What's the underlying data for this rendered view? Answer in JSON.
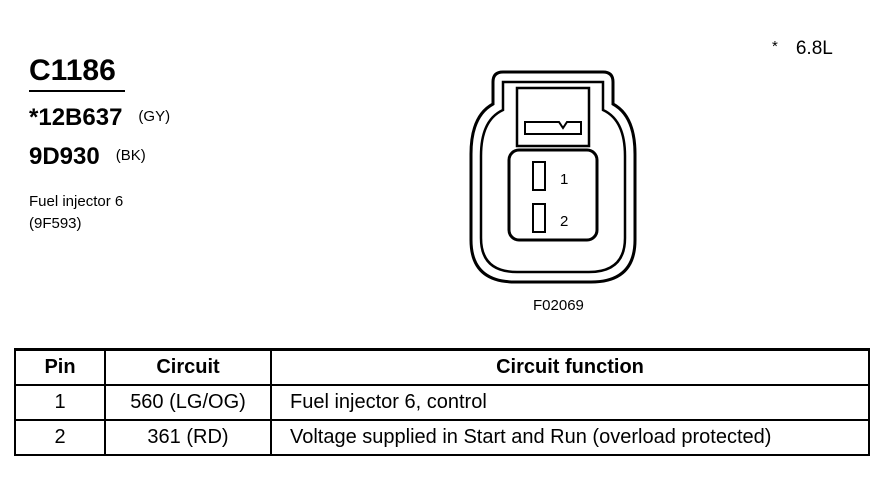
{
  "connector": {
    "id": "C1186",
    "parts": [
      {
        "number": "*12B637",
        "color": "(GY)"
      },
      {
        "number": "9D930",
        "color": "(BK)"
      }
    ],
    "component_name": "Fuel injector 6",
    "component_part": "(9F593)"
  },
  "note": {
    "marker": "*",
    "text": "6.8L"
  },
  "diagram": {
    "figure_code": "F02069",
    "pin_labels": [
      "1",
      "2"
    ]
  },
  "table": {
    "headers": [
      "Pin",
      "Circuit",
      "Circuit function"
    ],
    "rows": [
      {
        "pin": "1",
        "circuit": "560 (LG/OG)",
        "function": "Fuel injector 6, control"
      },
      {
        "pin": "2",
        "circuit": "361 (RD)",
        "function": "Voltage supplied in Start and Run (overload protected)"
      }
    ]
  }
}
